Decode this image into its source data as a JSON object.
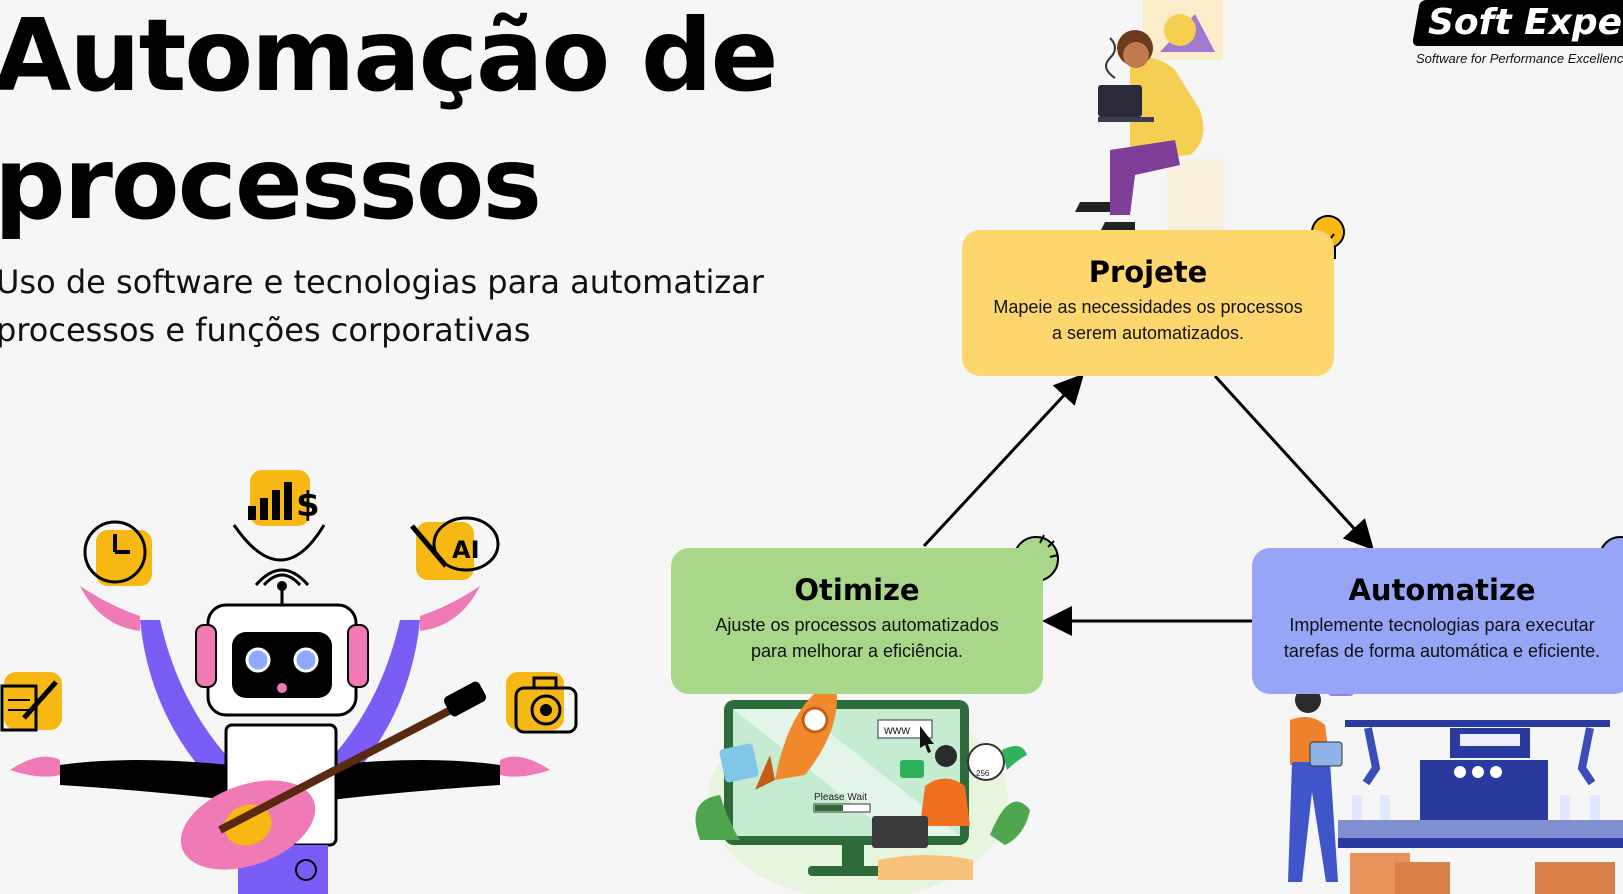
{
  "header": {
    "title_line1": "Automação de",
    "title_line2": "processos",
    "subtitle_line1": "Uso de software e tecnologias para automatizar",
    "subtitle_line2": "processos e funções corporativas"
  },
  "logo": {
    "name": "Soft Expert",
    "tagline": "Software for Performance Excellence"
  },
  "cycle": {
    "projete": {
      "title": "Projete",
      "line1": "Mapeie as necessidades os processos",
      "line2": "a serem automatizados.",
      "color": "#fdd66e"
    },
    "automatize": {
      "title": "Automatize",
      "line1": "Implemente tecnologias para executar",
      "line2": "tarefas de forma automática e eficiente.",
      "color": "#97a5f6"
    },
    "otimize": {
      "title": "Otimize",
      "line1": "Ajuste os processos automatizados",
      "line2": "para melhorar a eficiência.",
      "color": "#a9d78a"
    }
  },
  "illustrations": {
    "robot_icons": [
      "clock-icon",
      "chart-dollar-icon",
      "ai-palette-icon",
      "document-pen-icon",
      "camera-icon"
    ],
    "rocket_screen_text": "Please Wait",
    "browser_text": "www",
    "gauge_text": "256"
  },
  "colors": {
    "background": "#f5f6f5",
    "accent_orange": "#f7b813",
    "robot_purple": "#7b5cf6",
    "robot_pink": "#f07ab5"
  }
}
